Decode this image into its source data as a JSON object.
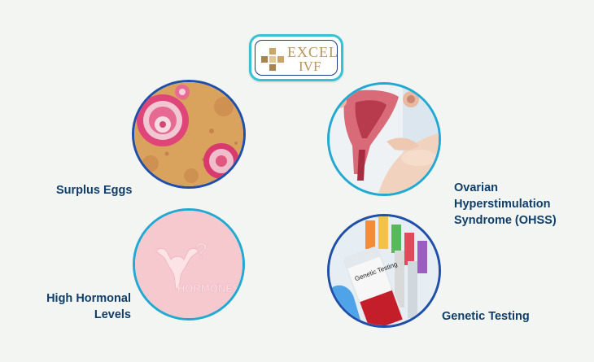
{
  "logo": {
    "line1": "EXCEL",
    "line2": "IVF",
    "border_color": "#35c2d4",
    "inner_color": "#1d3b86",
    "text_color": "#b8955a"
  },
  "items": [
    {
      "label_lines": [
        "Surplus Eggs"
      ],
      "image": "ovarian-follicles-micrograph"
    },
    {
      "label_lines": [
        "Ovarian",
        "Hyperstimulation",
        "Syndrome (OHSS)"
      ],
      "image": "uterus-anatomy-model"
    },
    {
      "label_lines": [
        "High Hormonal",
        "Levels"
      ],
      "image": "hormones-illustration",
      "image_text": "HORMONES"
    },
    {
      "label_lines": [
        "Genetic Testing"
      ],
      "image": "blood-sample-tubes",
      "image_text": "Genetic Testing"
    }
  ],
  "colors": {
    "label": "#103e6a",
    "ring_dark": "#1f4fa8",
    "ring_light": "#22a9d3",
    "background": "#f2f5f2"
  }
}
